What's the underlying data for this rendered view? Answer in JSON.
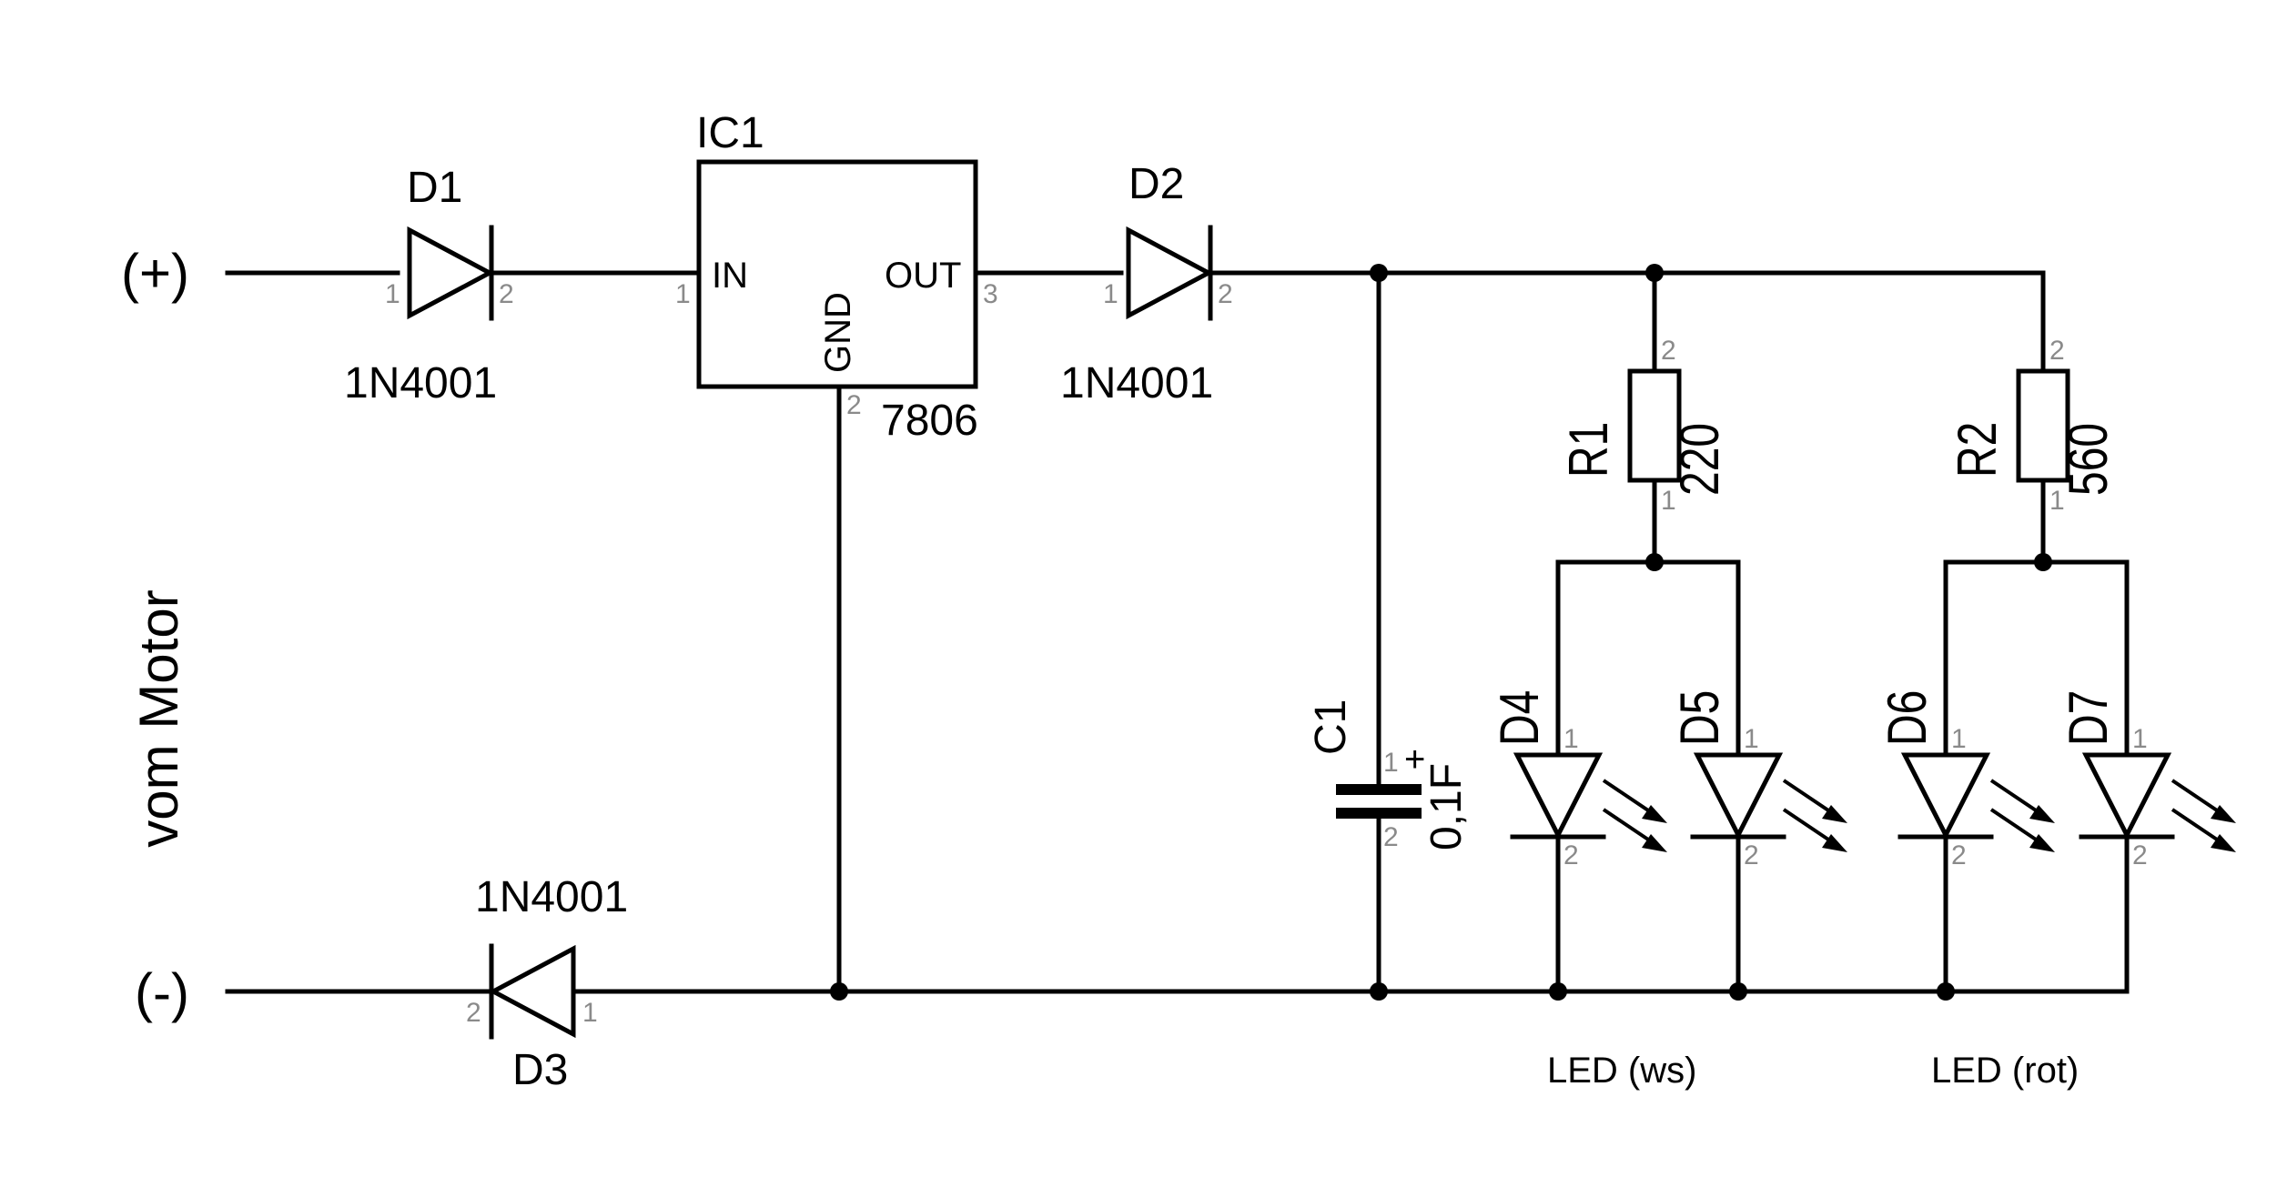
{
  "terminals": {
    "plus": "(+)",
    "minus": "(-)",
    "source_label": "vom Motor"
  },
  "diodes": {
    "d1": {
      "ref": "D1",
      "value": "1N4001",
      "pin_a": "1",
      "pin_k": "2"
    },
    "d2": {
      "ref": "D2",
      "value": "1N4001",
      "pin_a": "1",
      "pin_k": "2"
    },
    "d3": {
      "ref": "D3",
      "value": "1N4001",
      "pin_a": "2",
      "pin_k": "1"
    }
  },
  "regulator": {
    "ref": "IC1",
    "value": "7806",
    "in_label": "IN",
    "out_label": "OUT",
    "gnd_label": "GND",
    "pin_in": "1",
    "pin_gnd": "2",
    "pin_out": "3"
  },
  "capacitor": {
    "ref": "C1",
    "value": "0,1F",
    "polarity": "+",
    "pin_1": "1",
    "pin_2": "2"
  },
  "resistors": {
    "r1": {
      "ref": "R1",
      "value": "220",
      "pin_top": "2",
      "pin_bottom": "1"
    },
    "r2": {
      "ref": "R2",
      "value": "560",
      "pin_top": "2",
      "pin_bottom": "1"
    }
  },
  "leds": {
    "d4": {
      "ref": "D4",
      "pin_a": "1",
      "pin_k": "2"
    },
    "d5": {
      "ref": "D5",
      "pin_a": "1",
      "pin_k": "2"
    },
    "d6": {
      "ref": "D6",
      "pin_a": "1",
      "pin_k": "2"
    },
    "d7": {
      "ref": "D7",
      "pin_a": "1",
      "pin_k": "2"
    }
  },
  "led_groups": {
    "white": "LED (ws)",
    "red": "LED (rot)"
  }
}
